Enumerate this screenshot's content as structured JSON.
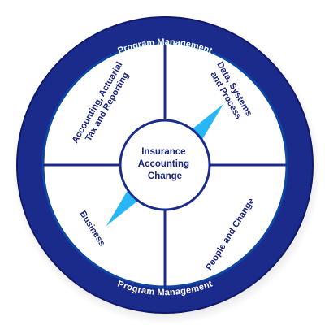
{
  "diagram": {
    "ring": {
      "top_label": "Program Management",
      "bottom_label": "Program Management"
    },
    "quadrants": {
      "top_left": {
        "line1": "Accounting, Actuarial",
        "line2": "Tax and Reporting"
      },
      "top_right": {
        "line1": "Data, Systems",
        "line2": "and Process"
      },
      "bottom_left": {
        "line1": "Business"
      },
      "bottom_right": {
        "line1": "People and Change"
      }
    },
    "center": {
      "line1": "Insurance",
      "line2": "Accounting",
      "line3": "Change"
    },
    "colors": {
      "ring": "#1a2b8c",
      "ring_outline": "#10186b",
      "text_dark": "#1a237e",
      "accent": "#29b6f6",
      "quadrant_fill": "#ffffff"
    }
  }
}
